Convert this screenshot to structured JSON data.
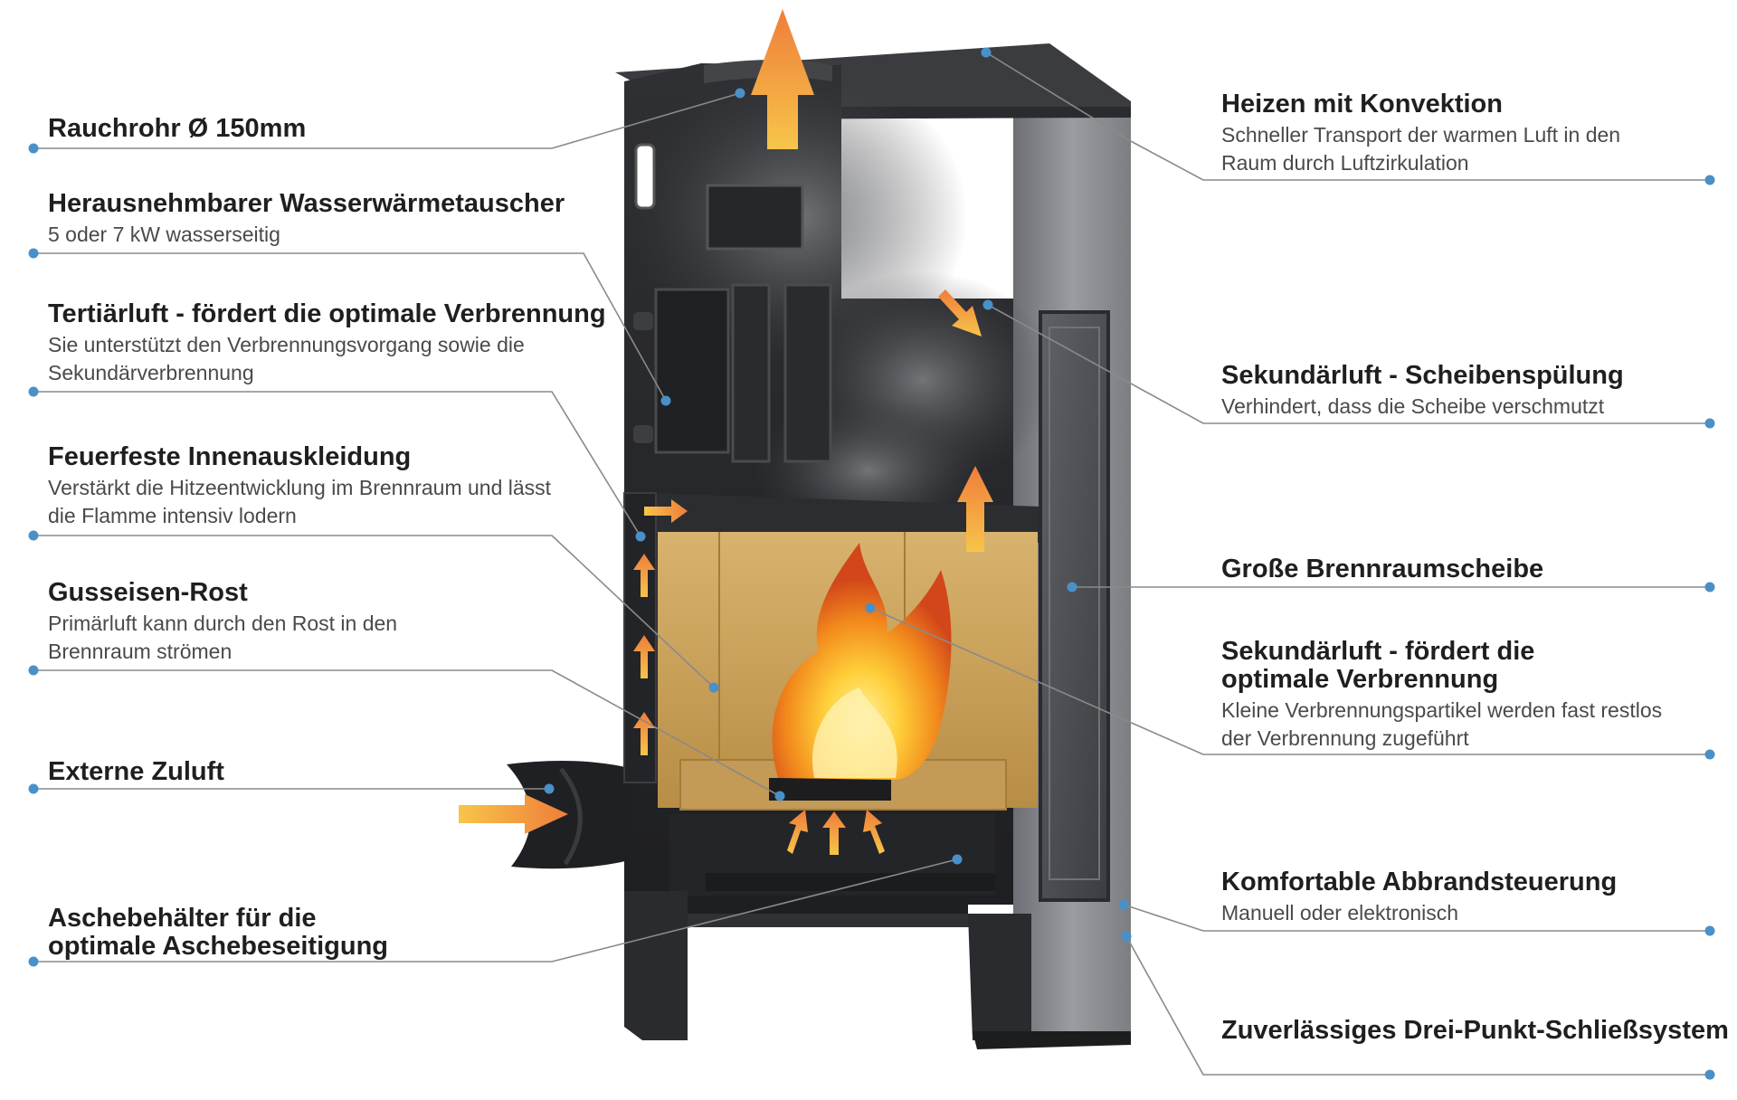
{
  "colors": {
    "leader_line": "#8a8a8a",
    "dot": "#4a90c8",
    "stove_dark": "#2b2c2f",
    "stove_side": "#8e9096",
    "firebrick": "#c9a25c",
    "arrow_orange": "#f2a93b"
  },
  "labels_left": [
    {
      "title": "Rauchrohr Ø 150mm",
      "desc": ""
    },
    {
      "title": "Herausnehmbarer Wasserwärmetauscher",
      "desc": "5 oder 7 kW wasserseitig"
    },
    {
      "title": "Tertiärluft - fördert die optimale Verbrennung",
      "desc": "Sie unterstützt den Verbrennungsvorgang sowie die Sekundärverbrennung"
    },
    {
      "title": "Feuerfeste Innenauskleidung",
      "desc": "Verstärkt die Hitzeentwicklung im Brennraum und lässt die Flamme intensiv lodern"
    },
    {
      "title": "Gusseisen-Rost",
      "desc": "Primärluft kann durch den Rost in den Brennraum strömen"
    },
    {
      "title": "Externe Zuluft",
      "desc": ""
    },
    {
      "title": "Aschebehälter für die optimale Aschebeseitigung",
      "desc": ""
    }
  ],
  "labels_right": [
    {
      "title": "Heizen mit Konvektion",
      "desc": "Schneller Transport der warmen Luft in den Raum durch Luftzirkulation"
    },
    {
      "title": "Sekundärluft - Scheibenspülung",
      "desc": "Verhindert, dass die Scheibe verschmutzt"
    },
    {
      "title": "Große Brennraumscheibe",
      "desc": ""
    },
    {
      "title": "Sekundärluft - fördert die optimale Verbrennung",
      "desc": "Kleine Verbrennungspartikel werden fast restlos der Verbrennung zugeführt"
    },
    {
      "title": "Komfortable Abbrandsteuerung",
      "desc": "Manuell oder elektronisch"
    },
    {
      "title": "Zuverlässiges Drei-Punkt-Schließsystem",
      "desc": ""
    }
  ]
}
